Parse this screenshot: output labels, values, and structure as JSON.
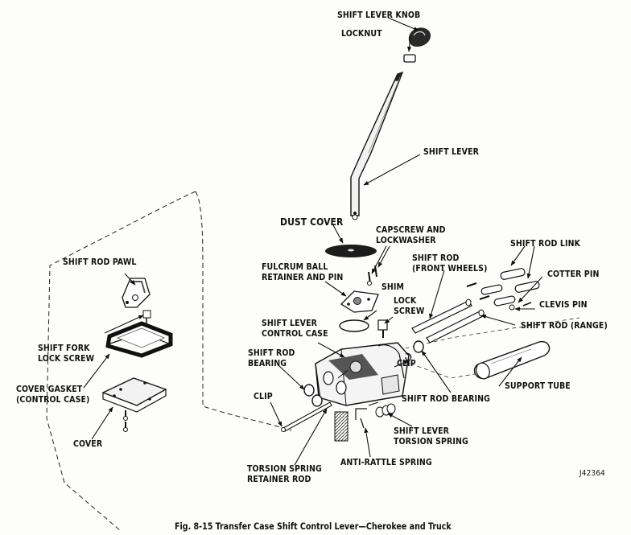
{
  "diagram": {
    "figure_code": "J42364",
    "caption": "Fig. 8-15  Transfer Case Shift Control Lever—Cherokee and Truck",
    "labels": {
      "shift_lever_knob": "SHIFT LEVER KNOB",
      "locknut": "LOCKNUT",
      "shift_lever": "SHIFT LEVER",
      "dust_cover": "DUST COVER",
      "capscrew_1": "CAPSCREW AND",
      "capscrew_2": "LOCKWASHER",
      "shift_rod_link": "SHIFT ROD LINK",
      "shift_rod_front_1": "SHIFT ROD",
      "shift_rod_front_2": "(FRONT WHEELS)",
      "cotter_pin": "COTTER PIN",
      "shift_rod_pawl": "SHIFT ROD PAWL",
      "fulcrum_1": "FULCRUM BALL",
      "fulcrum_2": "RETAINER AND PIN",
      "shim": "SHIM",
      "lock_screw_1": "LOCK",
      "lock_screw_2": "SCREW",
      "clevis_pin": "CLEVIS PIN",
      "control_case_1": "SHIFT LEVER",
      "control_case_2": "CONTROL CASE",
      "shift_rod_range": "SHIFT ROD (RANGE)",
      "fork_screw_1": "SHIFT FORK",
      "fork_screw_2": "LOCK SCREW",
      "rod_bearing_1": "SHIFT ROD",
      "rod_bearing_2": "BEARING",
      "clip_right": "CLIP",
      "support_tube": "SUPPORT TUBE",
      "shift_rod_bearing": "SHIFT ROD BEARING",
      "gasket_1": "COVER GASKET",
      "gasket_2": "(CONTROL CASE)",
      "clip_left": "CLIP",
      "torsion_spring_1": "SHIFT LEVER",
      "torsion_spring_2": "TORSION SPRING",
      "cover": "COVER",
      "anti_rattle": "ANTI-RATTLE SPRING",
      "retainer_rod_1": "TORSION SPRING",
      "retainer_rod_2": "RETAINER  ROD"
    }
  }
}
